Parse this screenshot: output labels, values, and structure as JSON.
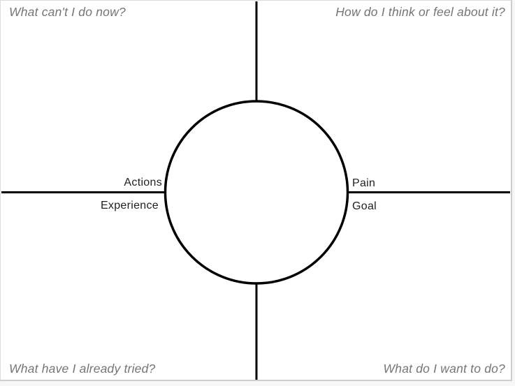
{
  "diagram": {
    "quadrants": {
      "top_left": "What can't I do now?",
      "top_right": "How do I think or feel about it?",
      "bottom_left": "What have I already tried?",
      "bottom_right": "What do I want to do?"
    },
    "axis_labels": {
      "left_above": "Actions",
      "left_below": "Experience",
      "right_above": "Pain",
      "right_below": "Goal"
    },
    "colors": {
      "line": "#000000",
      "circle_fill": "#ffffff",
      "question_text": "#757575",
      "axis_label_text": "#212121",
      "canvas_border": "#cdcdcd",
      "background": "#ffffff"
    }
  }
}
